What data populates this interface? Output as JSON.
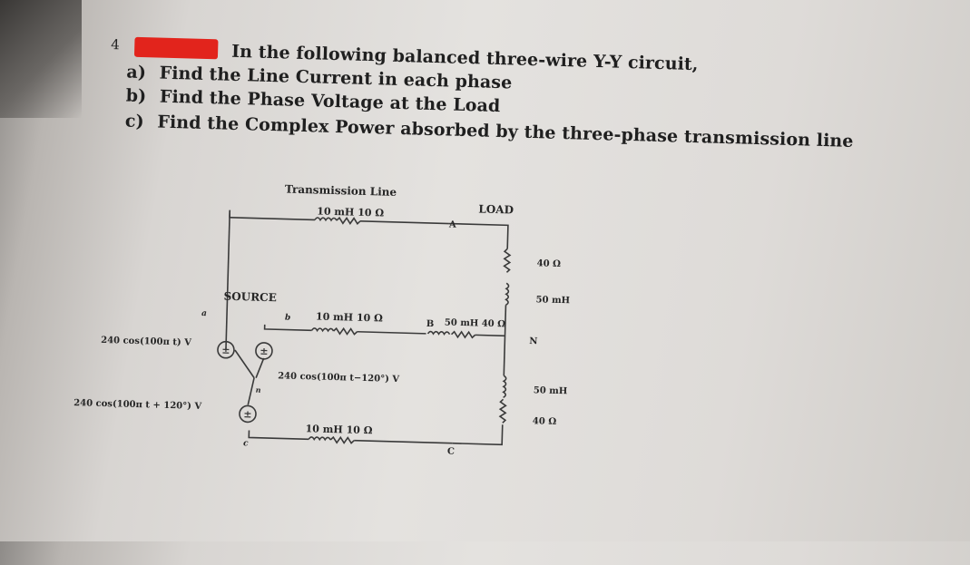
{
  "question": {
    "number": "4",
    "intro": "In the following balanced three-wire Y-Y circuit,",
    "parts": [
      {
        "letter": "a)",
        "text": "Find the Line Current in each phase"
      },
      {
        "letter": "b)",
        "text": "Find the Phase Voltage at the Load"
      },
      {
        "letter": "c)",
        "text": "Find the Complex Power absorbed by the three-phase transmission line"
      }
    ]
  },
  "circuit": {
    "transmission_line_title": "Transmission Line",
    "load_title": "LOAD",
    "source_title": "SOURCE",
    "line_a": "10 mH  10 Ω",
    "line_b": "10 mH  10 Ω",
    "line_c": "10 mH  10 Ω",
    "load_b": "50 mH  40 Ω",
    "load_a_r": "40 Ω",
    "load_a_l": "50 mH",
    "load_c_l": "50 mH",
    "load_c_r": "40 Ω",
    "node_A": "A",
    "node_B": "B",
    "node_C": "C",
    "node_N": "N",
    "node_a": "a",
    "node_b": "b",
    "node_c": "c",
    "node_n": "n",
    "source_a": "240 cos(100π t) V",
    "source_b": "240 cos(100π t−120°) V",
    "source_c": "240 cos(100π t + 120°) V"
  }
}
